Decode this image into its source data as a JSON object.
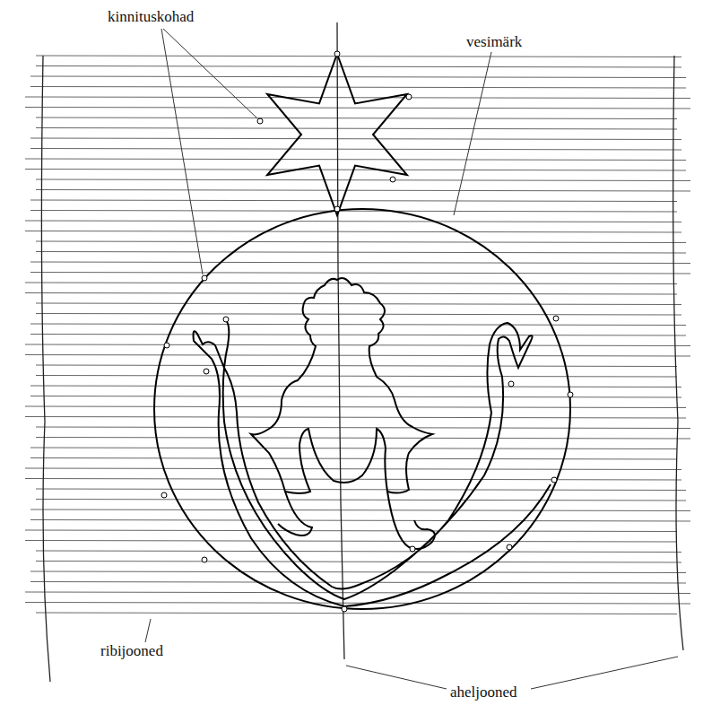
{
  "diagram": {
    "labels": [
      "kinnituskohad",
      "vesimärk",
      "ribijooned",
      "aheljooned"
    ]
  }
}
